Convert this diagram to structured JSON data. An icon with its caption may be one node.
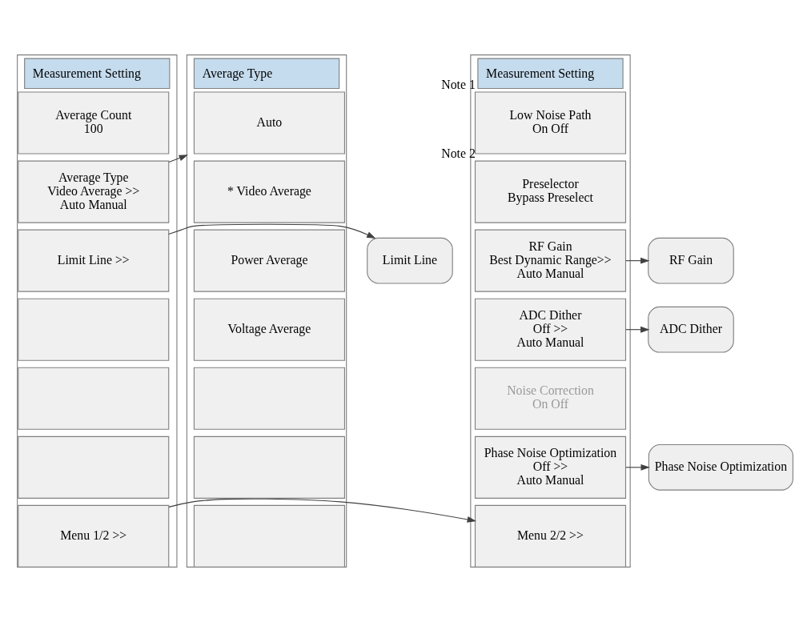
{
  "diagram": {
    "nodes": [
      {
        "text": [
          "Measurement Setting"
        ]
      },
      {
        "text": [
          "Average Count",
          "100"
        ],
        "in": 0
      },
      {
        "text": [
          "Average Type",
          "Video Average >>",
          "Auto Manual"
        ],
        "in": 0
      },
      {
        "text": [
          "Limit Line >>"
        ],
        "in": 0
      },
      {
        "text": [],
        "shape": "box",
        "in": 0
      },
      {
        "text": [],
        "shape": "box",
        "in": 0
      },
      {
        "text": [],
        "shape": "box",
        "in": 0
      },
      {
        "text": [
          "Menu 1/2 >>"
        ],
        "in": 0
      },
      {
        "text": [
          "Limit Line"
        ]
      },
      {
        "text": [
          "Measurement Setting"
        ]
      },
      {
        "text": [
          "Low Noise Path",
          "On Off"
        ],
        "in": 9,
        "beside": [
          "Note 1"
        ]
      },
      {
        "text": [
          "Preselector",
          "Bypass Preselect"
        ],
        "in": 9,
        "beside": [
          "Note 2"
        ]
      },
      {
        "text": [
          "RF Gain",
          "Best Dynamic Range>>",
          "Auto Manual"
        ],
        "in": 9
      },
      {
        "text": [
          "ADC Dither",
          "Off >>",
          "Auto Manual"
        ],
        "in": 9
      },
      {
        "text": [
          "Noise Correction",
          "On Off"
        ],
        "in": 9
      },
      {
        "text": [
          "Phase Noise Optimization",
          "Off >>",
          "Auto Manual"
        ],
        "in": 9
      },
      {
        "text": [
          "Menu 2/2 >>"
        ],
        "in": 9
      },
      {
        "text": [
          "RF Gain"
        ]
      },
      {
        "text": [
          "ADC Dither"
        ]
      },
      {
        "text": [
          "Phase Noise Optimization"
        ]
      },
      {
        "text": [
          "Average Type"
        ]
      },
      {
        "text": [
          "Auto"
        ],
        "in": 20
      },
      {
        "text": [
          "* Video Average"
        ],
        "in": 20
      },
      {
        "text": [
          "Power Average"
        ],
        "in": 20
      },
      {
        "text": [
          "Voltage Average"
        ],
        "in": 20
      },
      {
        "text": [],
        "shape": "box",
        "in": 20
      },
      {
        "text": [],
        "shape": "box",
        "in": 20
      },
      {
        "text": [],
        "shape": "box",
        "in": 20
      }
    ],
    "edges": [
      {
        "from": 2,
        "to": 20,
        "arrow": "to"
      },
      {
        "from": 3,
        "to": 8,
        "arrow": "to"
      },
      {
        "from": 12,
        "to": 17,
        "arrow": "to"
      },
      {
        "from": 13,
        "to": 18,
        "arrow": "to"
      },
      {
        "from": 15,
        "to": 19,
        "arrow": "to"
      },
      {
        "from": 7,
        "to": 16,
        "arrow": "to"
      }
    ]
  }
}
